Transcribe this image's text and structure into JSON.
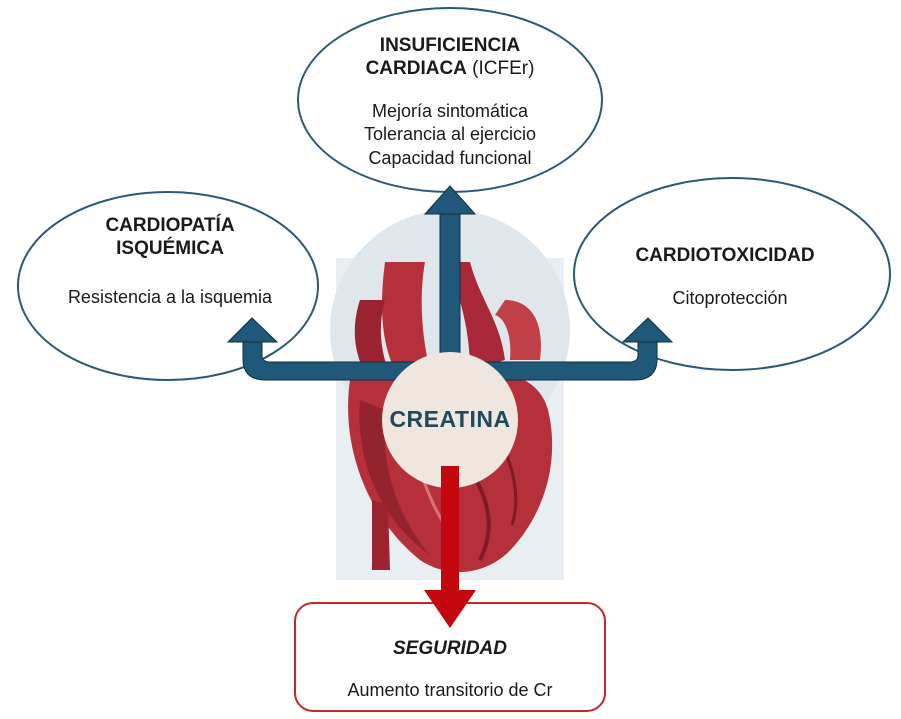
{
  "nodes": {
    "top": {
      "title_bold": "INSUFICIENCIA CARDIACA",
      "title_suffix": " (ICFEr)",
      "body": [
        "Mejoría sintomática",
        "Tolerancia al ejercicio",
        "Capacidad funcional"
      ]
    },
    "left": {
      "title": [
        "CARDIOPATÍA",
        "ISQUÉMICA"
      ],
      "body": "Resistencia a la isquemia"
    },
    "right": {
      "title": "CARDIOTOXICIDAD",
      "body": "Citoprotección"
    },
    "center": {
      "label": "CREATINA"
    },
    "bottom": {
      "title": "SEGURIDAD",
      "body": "Aumento transitorio de Cr"
    }
  },
  "colors": {
    "arrow_blue": "#1f5878",
    "arrow_red": "#c4060e",
    "ellipse_stroke": "#2b5a78",
    "box_stroke": "#c02a2a",
    "heart_red": "#b5303a",
    "heart_dark": "#7d1c24",
    "center_circle": "#efe7df",
    "center_text": "#1d4a5c"
  },
  "icons": [
    "heart-illustration"
  ]
}
